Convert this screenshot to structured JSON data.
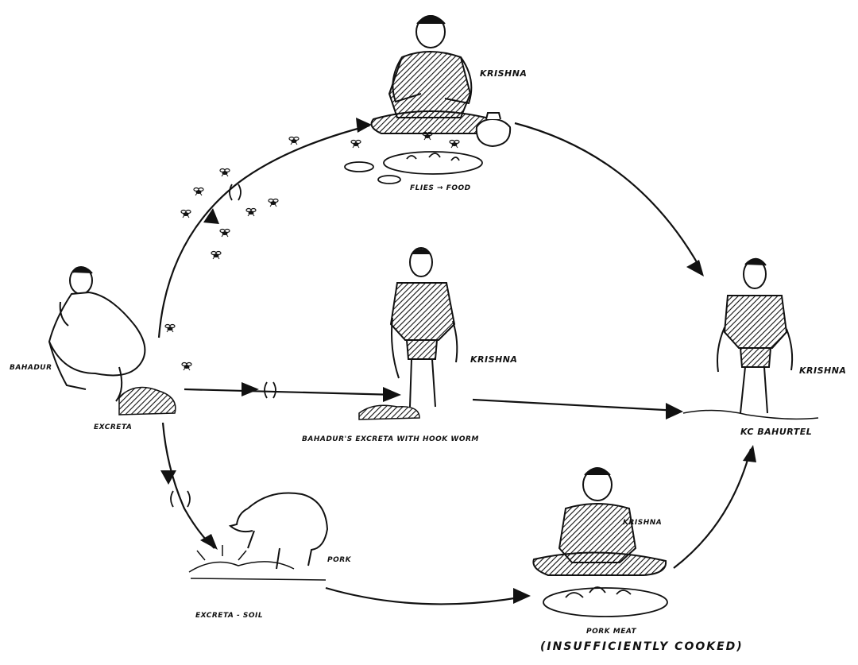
{
  "labels": {
    "krishna_top": "KRISHNA",
    "flies_food": "FLIES → FOOD",
    "bahadur": "BAHADUR",
    "excreta": "EXCRETA",
    "krishna_middle": "KRISHNA",
    "bahadurs_excreta": "BAHADUR'S EXCRETA WITH HOOK WORM",
    "krishna_right": "KRISHNA",
    "bahurtel": "KC BAHURTEL",
    "pork": "PORK",
    "excreta_soil": "EXCRETA - SOIL",
    "krishna_bottom": "KRISHNA",
    "pork_meat": "PORK MEAT",
    "insufficiently_cooked": "(INSUFFICIENTLY COOKED)"
  },
  "icons": [
    "fly-icon",
    "arrowhead-icon",
    "worm-egg-icon",
    "pig-icon",
    "food-plate-icon",
    "person-figure-icon"
  ],
  "colors": {
    "ink": "#111111",
    "paper": "#ffffff"
  }
}
